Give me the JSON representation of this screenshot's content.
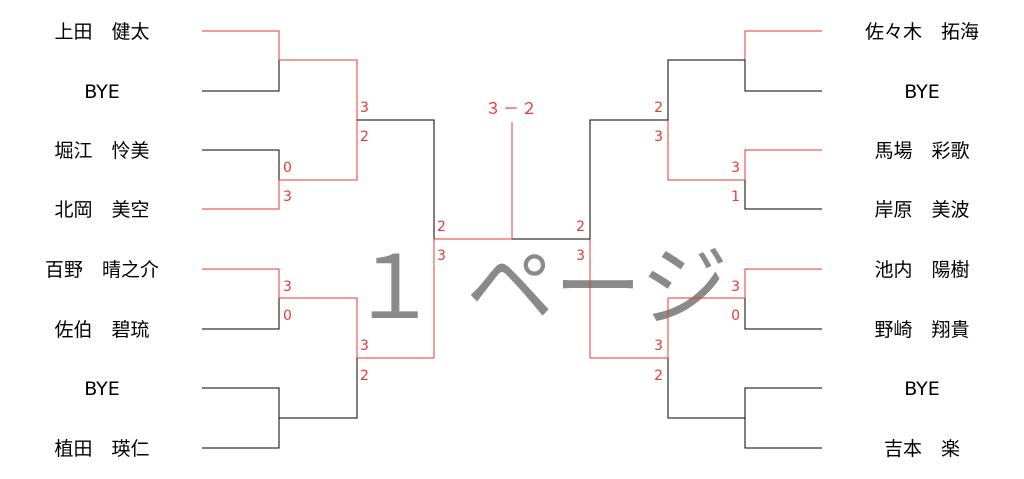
{
  "title": "",
  "watermark": "１ ページ",
  "final_score": "３－２",
  "left_players": [
    "上田　健太",
    "BYE",
    "堀江　怜美",
    "北岡　美空",
    "百野　晴之介",
    "佐伯　碧琉",
    "BYE",
    "植田　瑛仁"
  ],
  "right_players": [
    "佐々木　拓海",
    "BYE",
    "馬場　彩歌",
    "岸原　美波",
    "池内　陽樹",
    "野崎　翔貴",
    "BYE",
    "吉本　楽"
  ],
  "scores": {
    "left_r1_m2": [
      "0",
      "3"
    ],
    "left_r1_m3": [
      "3",
      "0"
    ],
    "left_r2_m1": [
      "3",
      "2"
    ],
    "left_r2_m2": [
      "3",
      "2"
    ],
    "left_r3": [
      "2",
      "3"
    ],
    "right_r1_m2": [
      "3",
      "1"
    ],
    "right_r1_m3": [
      "3",
      "0"
    ],
    "right_r2_m1": [
      "2",
      "3"
    ],
    "right_r2_m2": [
      "3",
      "2"
    ],
    "right_r3": [
      "2",
      "3"
    ]
  },
  "colors": {
    "winner_line": "#e53935",
    "loser_line": "#000000",
    "watermark": "#8a8a8a"
  }
}
